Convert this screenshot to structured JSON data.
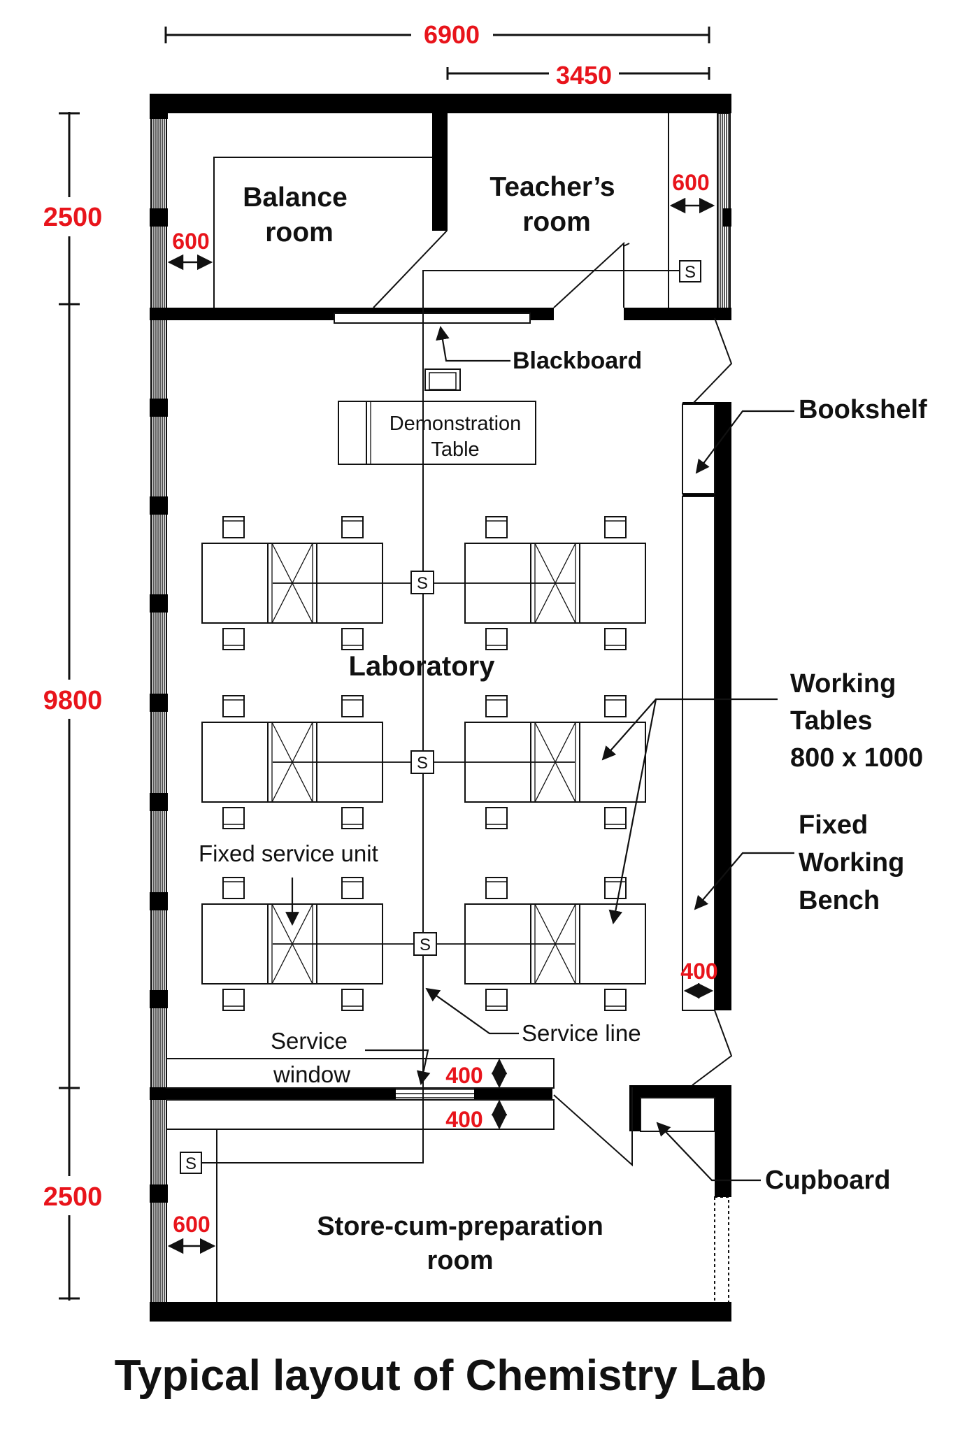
{
  "title": "Typical layout of Chemistry Lab",
  "rooms": {
    "balance": [
      "Balance",
      "room"
    ],
    "teacher": [
      "Teacher’s",
      "room"
    ],
    "laboratory": "Laboratory",
    "store": [
      "Store-cum-preparation",
      "room"
    ]
  },
  "labels": {
    "blackboard": "Blackboard",
    "demo_table": [
      "Demonstration",
      "Table"
    ],
    "bookshelf": "Bookshelf",
    "working_tables": [
      "Working",
      "Tables",
      "800 x 1000"
    ],
    "fixed_bench": [
      "Fixed",
      "Working",
      "Bench"
    ],
    "fixed_service_unit": "Fixed service unit",
    "service_line": "Service line",
    "service_window": [
      "Service",
      "window"
    ],
    "cupboard": "Cupboard",
    "service_symbol": "S"
  },
  "dimensions": {
    "total_width": "6900",
    "half_width": "3450",
    "top_depth": "2500",
    "lab_depth": "9800",
    "bottom_depth": "2500",
    "balance_gap": "600",
    "teacher_gap": "600",
    "store_gap": "600",
    "bench_width": "400",
    "window_top": "400",
    "window_bottom": "400"
  },
  "colors": {
    "dimension": "#e8141b",
    "wall": "#000000",
    "line": "#111111"
  }
}
